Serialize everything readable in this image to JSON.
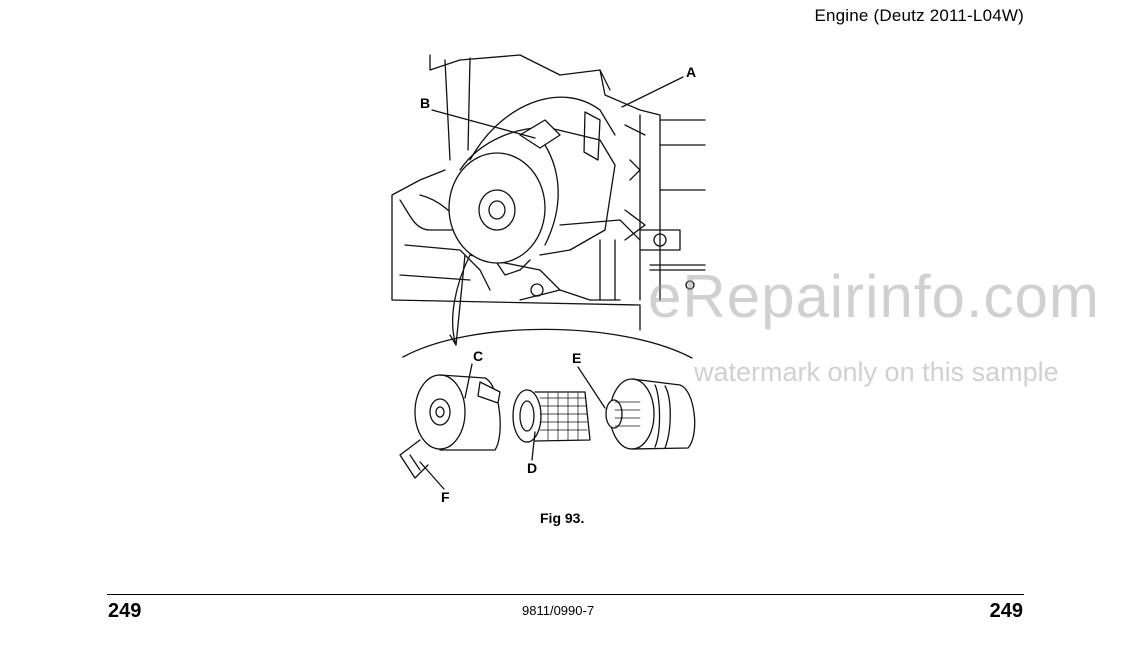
{
  "header": {
    "title": "Engine (Deutz 2011-L04W)"
  },
  "figure": {
    "callouts": {
      "a": "A",
      "b": "B",
      "c": "C",
      "d": "D",
      "e": "E",
      "f": "F"
    },
    "caption": "Fig 93."
  },
  "watermark": {
    "main": "eRepairinfo.com",
    "sub": "watermark only on this sample"
  },
  "footer": {
    "page_left": "249",
    "doc_code": "9811/0990-7",
    "page_right": "249"
  }
}
